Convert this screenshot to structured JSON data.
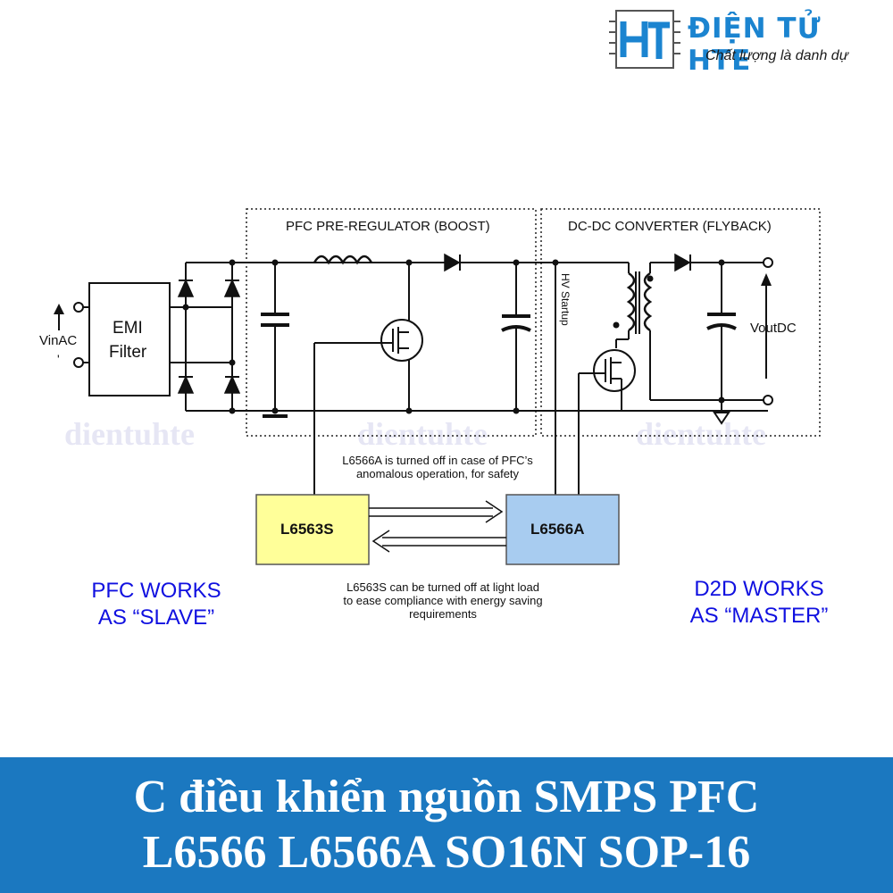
{
  "brand": {
    "name": "ĐIỆN TỬ HTE",
    "tagline": "Chất lượng là danh dự",
    "colors": {
      "primary": "#1b84d0",
      "dark": "#1a1a1a"
    }
  },
  "diagram": {
    "input_label": "VinAC",
    "emi_label_1": "EMI",
    "emi_label_2": "Filter",
    "pfc_section_title": "PFC PRE-REGULATOR (BOOST)",
    "dcdc_section_title": "DC-DC CONVERTER (FLYBACK)",
    "hv_startup_label": "HV Startup",
    "output_label": "VoutDC",
    "chip_slave_label": "L6563S",
    "chip_master_label": "L6566A",
    "note_top_1": "L6566A is turned off in case of PFC’s",
    "note_top_2": "anomalous operation, for safety",
    "note_bottom_1": "L6563S can be turned off at light load",
    "note_bottom_2": "to ease compliance with energy saving",
    "note_bottom_3": "requirements",
    "left_caption_1": "PFC WORKS",
    "left_caption_2": "AS “SLAVE”",
    "right_caption_1": "D2D WORKS",
    "right_caption_2": "AS “MASTER”",
    "watermark": "dientuhte",
    "colors": {
      "slave_chip": "#ffff99",
      "master_chip": "#a8ccf0",
      "caption": "#1010e0"
    }
  },
  "banner": {
    "line1": "C điều khiển nguồn SMPS PFC",
    "line2": "L6566 L6566A SO16N SOP-16",
    "background": "#1b78c0"
  }
}
